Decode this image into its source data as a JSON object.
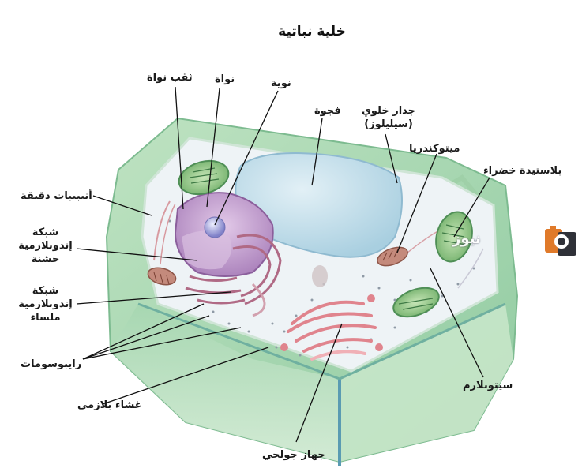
{
  "title": "خلية نباتية",
  "labels": {
    "nuclear_pore": "ثقب نواة",
    "nucleus": "نواة",
    "nucleolus": "نوية",
    "vacuole": "فجوة",
    "cell_wall_line1": "جدار خلوي",
    "cell_wall_line2": "(سيليلوز)",
    "mitochondria": "ميتوكندريا",
    "chloroplast": "بلاستيدة خضراء",
    "microtubules": "أنيبيبات دقيقة",
    "rough_er_line1": "شبكة",
    "rough_er_line2": "إندوبلازمية",
    "rough_er_line3": "خشنة",
    "smooth_er_line1": "شبكة",
    "smooth_er_line2": "إندوبلازمية",
    "smooth_er_line3": "ملساء",
    "ribosomes": "رايبوسومات",
    "plasma_membrane": "غشاء بلازمي",
    "cytoplasm": "سيتوبلازم",
    "golgi": "جهاز جولجي"
  },
  "watermark": {
    "text": "نيوز",
    "logo_icon": "camera-logo-icon"
  },
  "colors": {
    "cell_wall": "#a9d8b0",
    "cell_wall_dark": "#6fb58a",
    "cytoplasm": "#eef3f6",
    "vacuole": "#bcdbe8",
    "nucleus": "#b78fc4",
    "nucleolus": "#9a9ad6",
    "er": "#c98aa0",
    "golgi": "#e79aa0",
    "chloroplast": "#7fb97a",
    "mitochondria": "#b7796c",
    "logo_orange": "#e07a2a",
    "logo_dark": "#2f3138"
  }
}
